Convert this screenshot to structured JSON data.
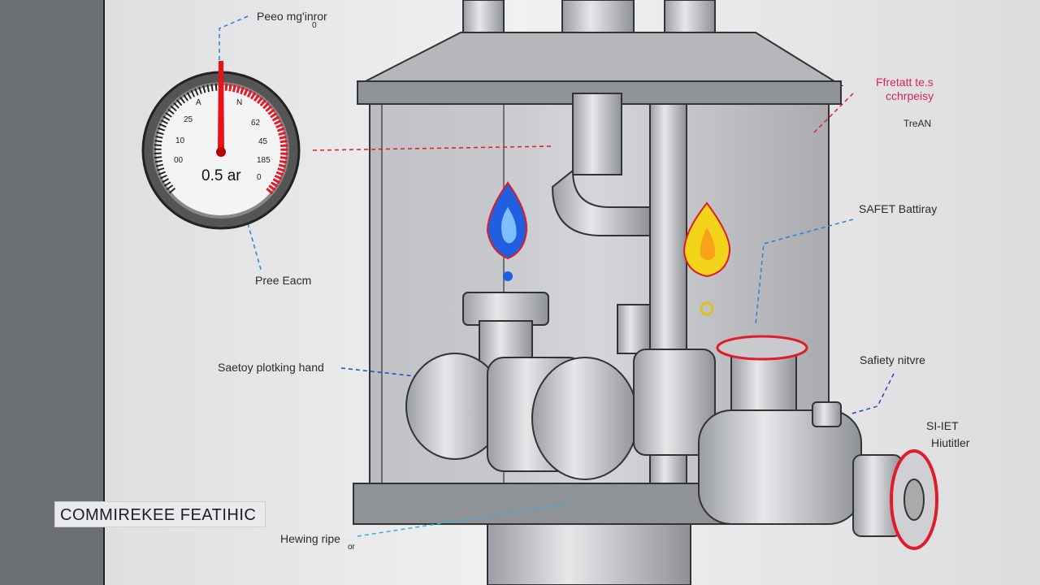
{
  "title_banner": "COMMIREKEE FEATIHIC",
  "gauge": {
    "reading_label": "0.5 ar",
    "tick_labels": [
      "A",
      "N",
      "25",
      "62",
      "10",
      "45",
      "00",
      "185",
      "0"
    ],
    "needle_color": "#e8121a"
  },
  "labels": {
    "pressure_mirror": "Peeo mg'inror",
    "pressure_mirror_sub": "0",
    "pressure_gauge": "Pree Eacm",
    "flue_top": "Ffretatt te.s",
    "flue_sub": "cchrpeisy",
    "tag": "TreAN",
    "safety_battery": "SAFET Battiray",
    "safety_locking": "Saetoy plotking hand",
    "safety_valve": "Safiety nitvre",
    "safety_holder_1": "SI-IET",
    "safety_holder_2": "Hiutitler",
    "heating_pipes": "Hewing ripe",
    "heating_pipes_sub": "or"
  },
  "colors": {
    "cold_flame": "#1f5fe0",
    "hot_flame": "#f2d51a",
    "accent_red": "#e01b2a",
    "leader_blue": "#2b7fd8"
  }
}
